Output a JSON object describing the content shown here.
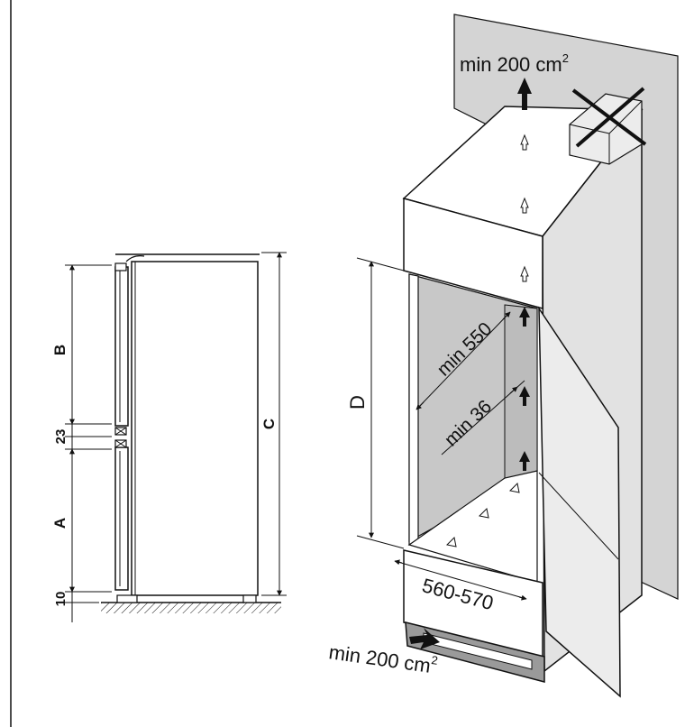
{
  "side_view": {
    "labels": {
      "b": "B",
      "gap": "23",
      "a": "A",
      "base": "10",
      "c": "C"
    }
  },
  "installation_view": {
    "labels": {
      "vent_top": "min 200 cm",
      "vent_top_sup": "2",
      "vent_bottom": "min 200 cm",
      "vent_bottom_sup": "2",
      "depth": "min 550",
      "gap": "min 36",
      "niche_height": "D",
      "width": "560-570"
    }
  },
  "colors": {
    "line": "#111111",
    "wall": "#d4d4d4",
    "niche_inner": "#c8c8c8",
    "panel": "#ececec"
  }
}
